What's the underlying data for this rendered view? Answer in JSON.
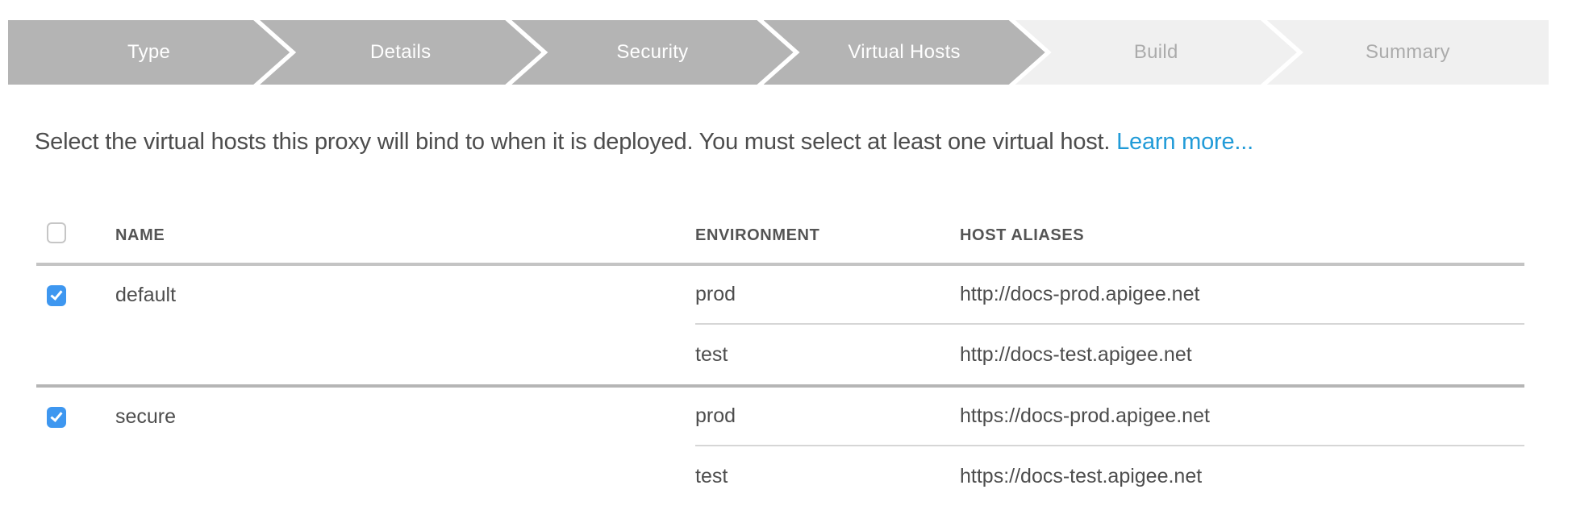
{
  "stepper": {
    "steps": [
      {
        "label": "Type",
        "state": "active"
      },
      {
        "label": "Details",
        "state": "active"
      },
      {
        "label": "Security",
        "state": "active"
      },
      {
        "label": "Virtual Hosts",
        "state": "active"
      },
      {
        "label": "Build",
        "state": "upcoming"
      },
      {
        "label": "Summary",
        "state": "upcoming"
      }
    ]
  },
  "instruction": {
    "text": "Select the virtual hosts this proxy will bind to when it is deployed. You must select at least one virtual host.",
    "link_label": "Learn more..."
  },
  "table": {
    "select_all_checked": false,
    "columns": {
      "name": "NAME",
      "environment": "ENVIRONMENT",
      "host_aliases": "HOST ALIASES"
    },
    "rows": [
      {
        "name": "default",
        "checked": true,
        "subrows": [
          {
            "env": "prod",
            "alias": "http://docs-prod.apigee.net"
          },
          {
            "env": "test",
            "alias": "http://docs-test.apigee.net"
          }
        ]
      },
      {
        "name": "secure",
        "checked": true,
        "subrows": [
          {
            "env": "prod",
            "alias": "https://docs-prod.apigee.net"
          },
          {
            "env": "test",
            "alias": "https://docs-test.apigee.net"
          }
        ]
      }
    ]
  },
  "colors": {
    "step_active_bg": "#b4b4b4",
    "step_active_text": "#ffffff",
    "step_upcoming_bg": "#f0f0f0",
    "step_upcoming_text": "#ababab",
    "link_blue": "#219bd8",
    "checkbox_blue": "#3e97f0",
    "body_text": "#4d4d4d"
  }
}
